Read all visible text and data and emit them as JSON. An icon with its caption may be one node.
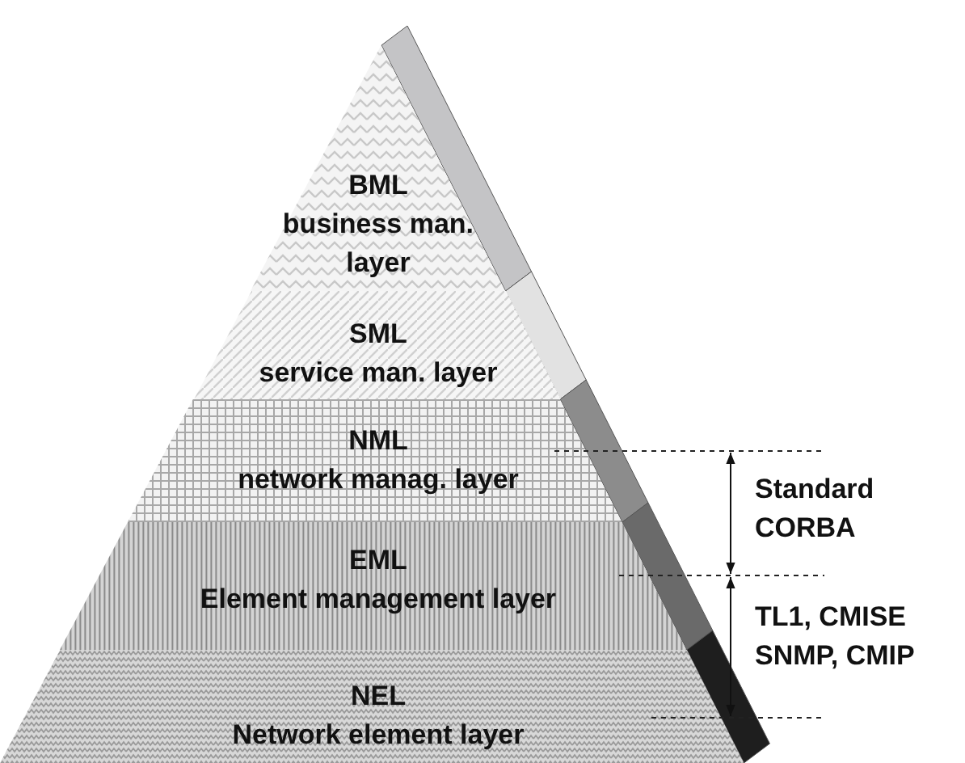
{
  "diagram": {
    "nodes": [
      {
        "text": [
          "BML",
          "business man. layer"
        ]
      },
      {
        "text": [
          "SML",
          "service man. layer"
        ]
      },
      {
        "text": [
          "NML",
          "network manag. layer"
        ]
      },
      {
        "text": [
          "EML",
          "Element management layer"
        ]
      },
      {
        "text": [
          "NEL",
          "Network element layer"
        ]
      }
    ],
    "labels": [
      "Standard CORBA",
      "TL1, CMISE SNMP, CMIP"
    ]
  }
}
